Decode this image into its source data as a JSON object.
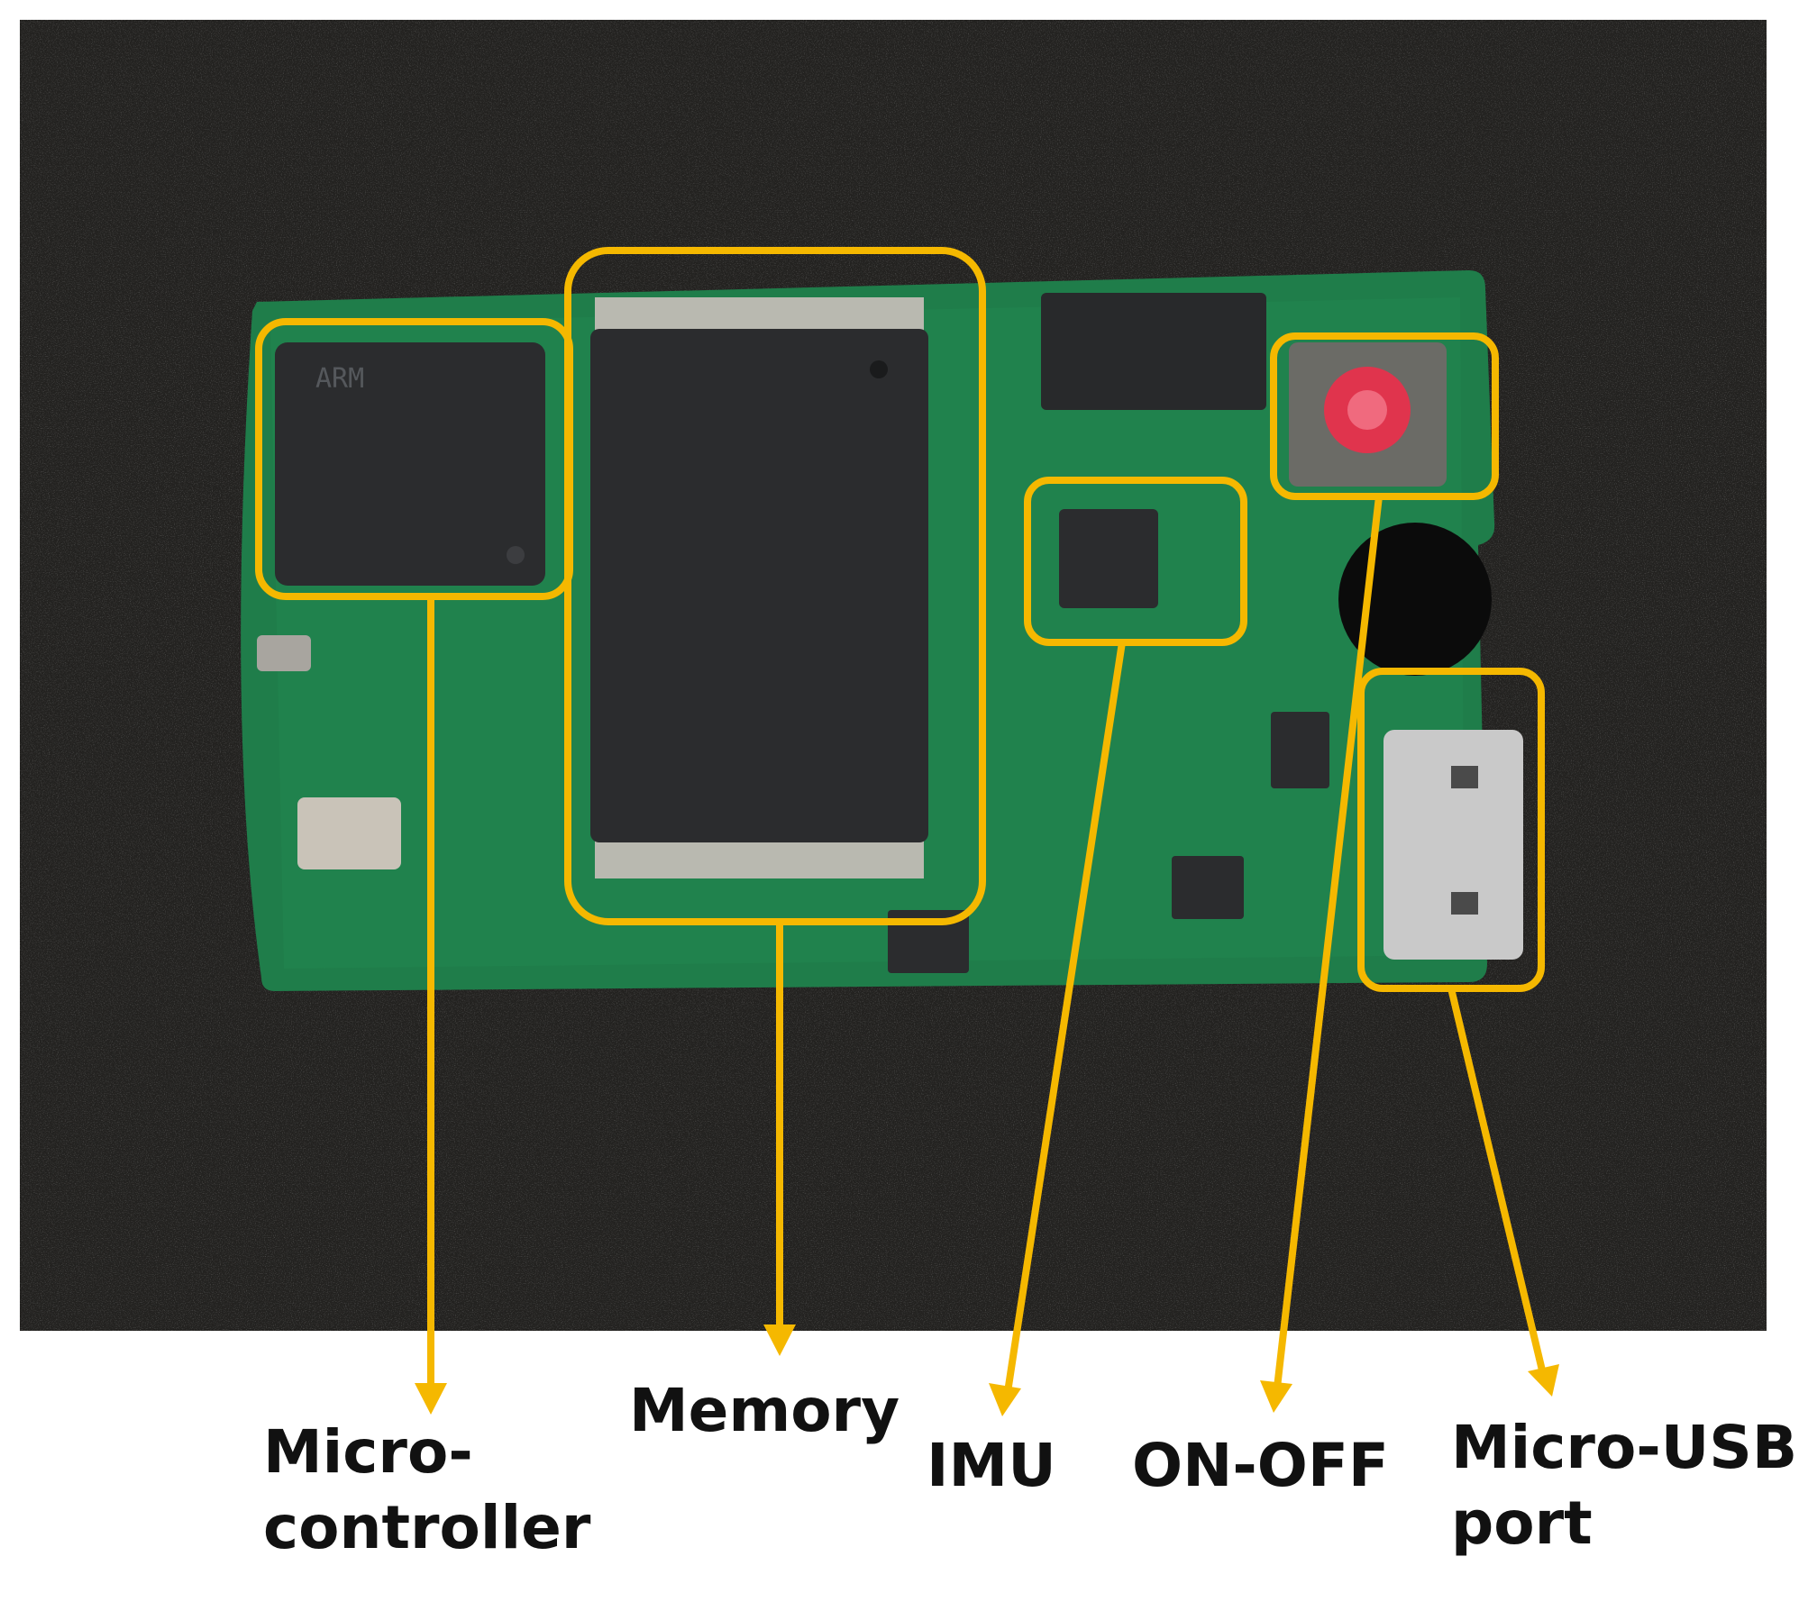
{
  "colors": {
    "background": "#ffffff",
    "foam": "#232220",
    "pcb": "#1f7d4a",
    "pcb_dark": "#175f38",
    "chip": "#2b2c2e",
    "annotation": "#f5b800",
    "button": "#e0344d",
    "connector": "#c9c9c9"
  },
  "components": [
    {
      "id": "microcontroller",
      "label_lines": [
        "Micro-",
        "controller"
      ]
    },
    {
      "id": "memory",
      "label_lines": [
        "Memory"
      ]
    },
    {
      "id": "imu",
      "label_lines": [
        "IMU"
      ]
    },
    {
      "id": "on-off",
      "label_lines": [
        "ON-OFF"
      ]
    },
    {
      "id": "micro-usb",
      "label_lines": [
        "Micro-USB",
        "port"
      ]
    }
  ]
}
